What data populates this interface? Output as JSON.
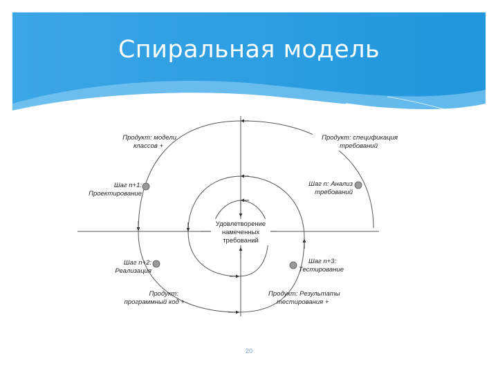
{
  "slide": {
    "title": "Спиральная модель",
    "page_number": "20",
    "header_color": "#2b9be0"
  },
  "diagram": {
    "center": {
      "line1": "Удовлетворение",
      "line2": "намеченных",
      "line3": "требований"
    },
    "steps": {
      "analysis": {
        "line1": "Шаг n: Анализ",
        "line2": "требований"
      },
      "design": {
        "line1": "Шаг n+1:",
        "line2": "Проектирование"
      },
      "implementation": {
        "line1": "Шаг n+2:",
        "line2": "Реализация"
      },
      "testing": {
        "line1": "Шаг n+3:",
        "line2": "Тестирование"
      }
    },
    "products": {
      "spec": {
        "line1": "Продукт: спецификация",
        "line2": "требований"
      },
      "class_models": {
        "line1": "Продукт: модели",
        "line2": "классов +"
      },
      "code": {
        "line1": "Продукт:",
        "line2": "программный код +"
      },
      "test_results": {
        "line1": "Продукт: Результаты",
        "line2": "тестирования +"
      }
    }
  }
}
